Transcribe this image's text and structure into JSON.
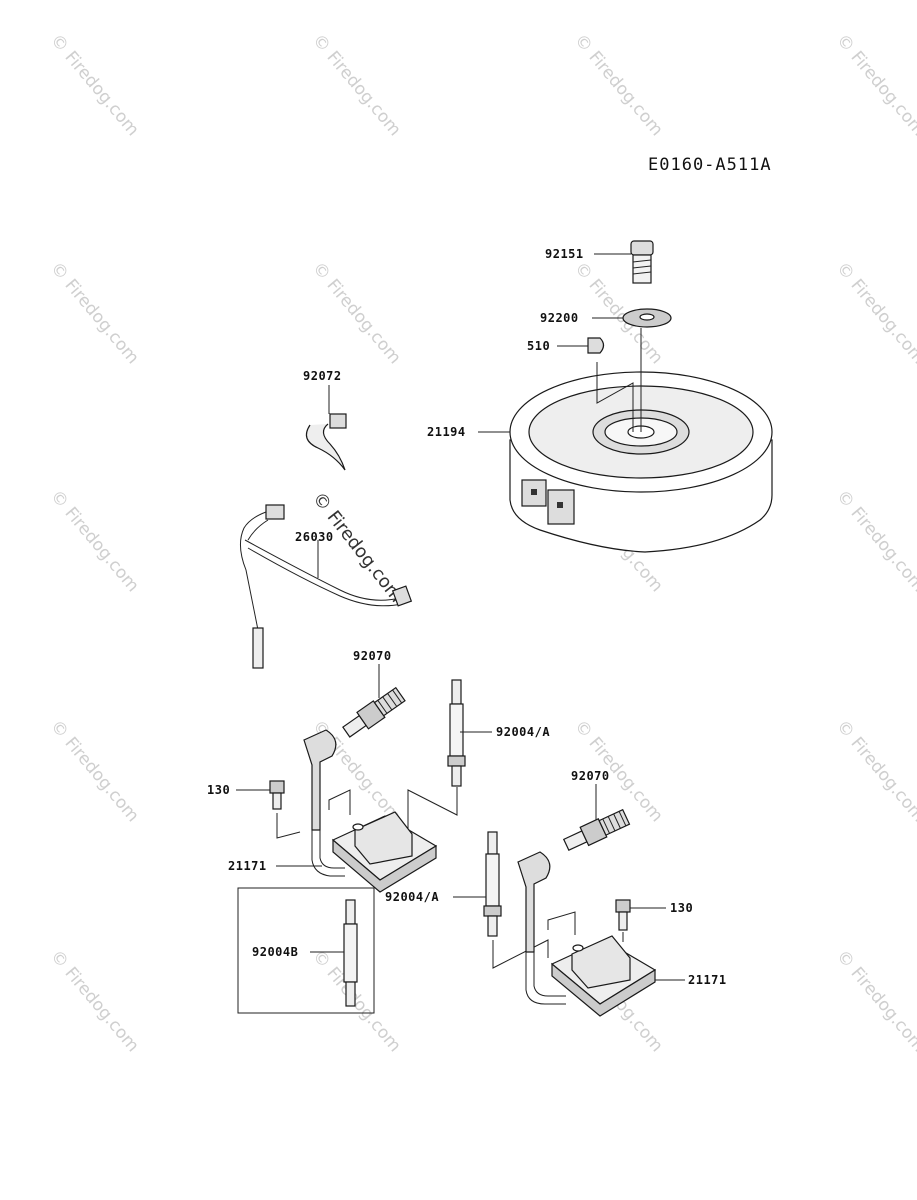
{
  "diagram_code": "E0160-A511A",
  "watermark": "© Firedog.com",
  "parts": {
    "bolt_top": "92151",
    "washer": "92200",
    "key": "510",
    "flywheel": "21194",
    "clip": "92072",
    "harness": "26030",
    "plug_left": "92070",
    "stud_upper": "92004/A",
    "bolt_left": "130",
    "coil_left": "21171",
    "stud_boxed": "92004B",
    "plug_right": "92070",
    "stud_lower": "92004/A",
    "bolt_right": "130",
    "coil_right": "21171"
  }
}
